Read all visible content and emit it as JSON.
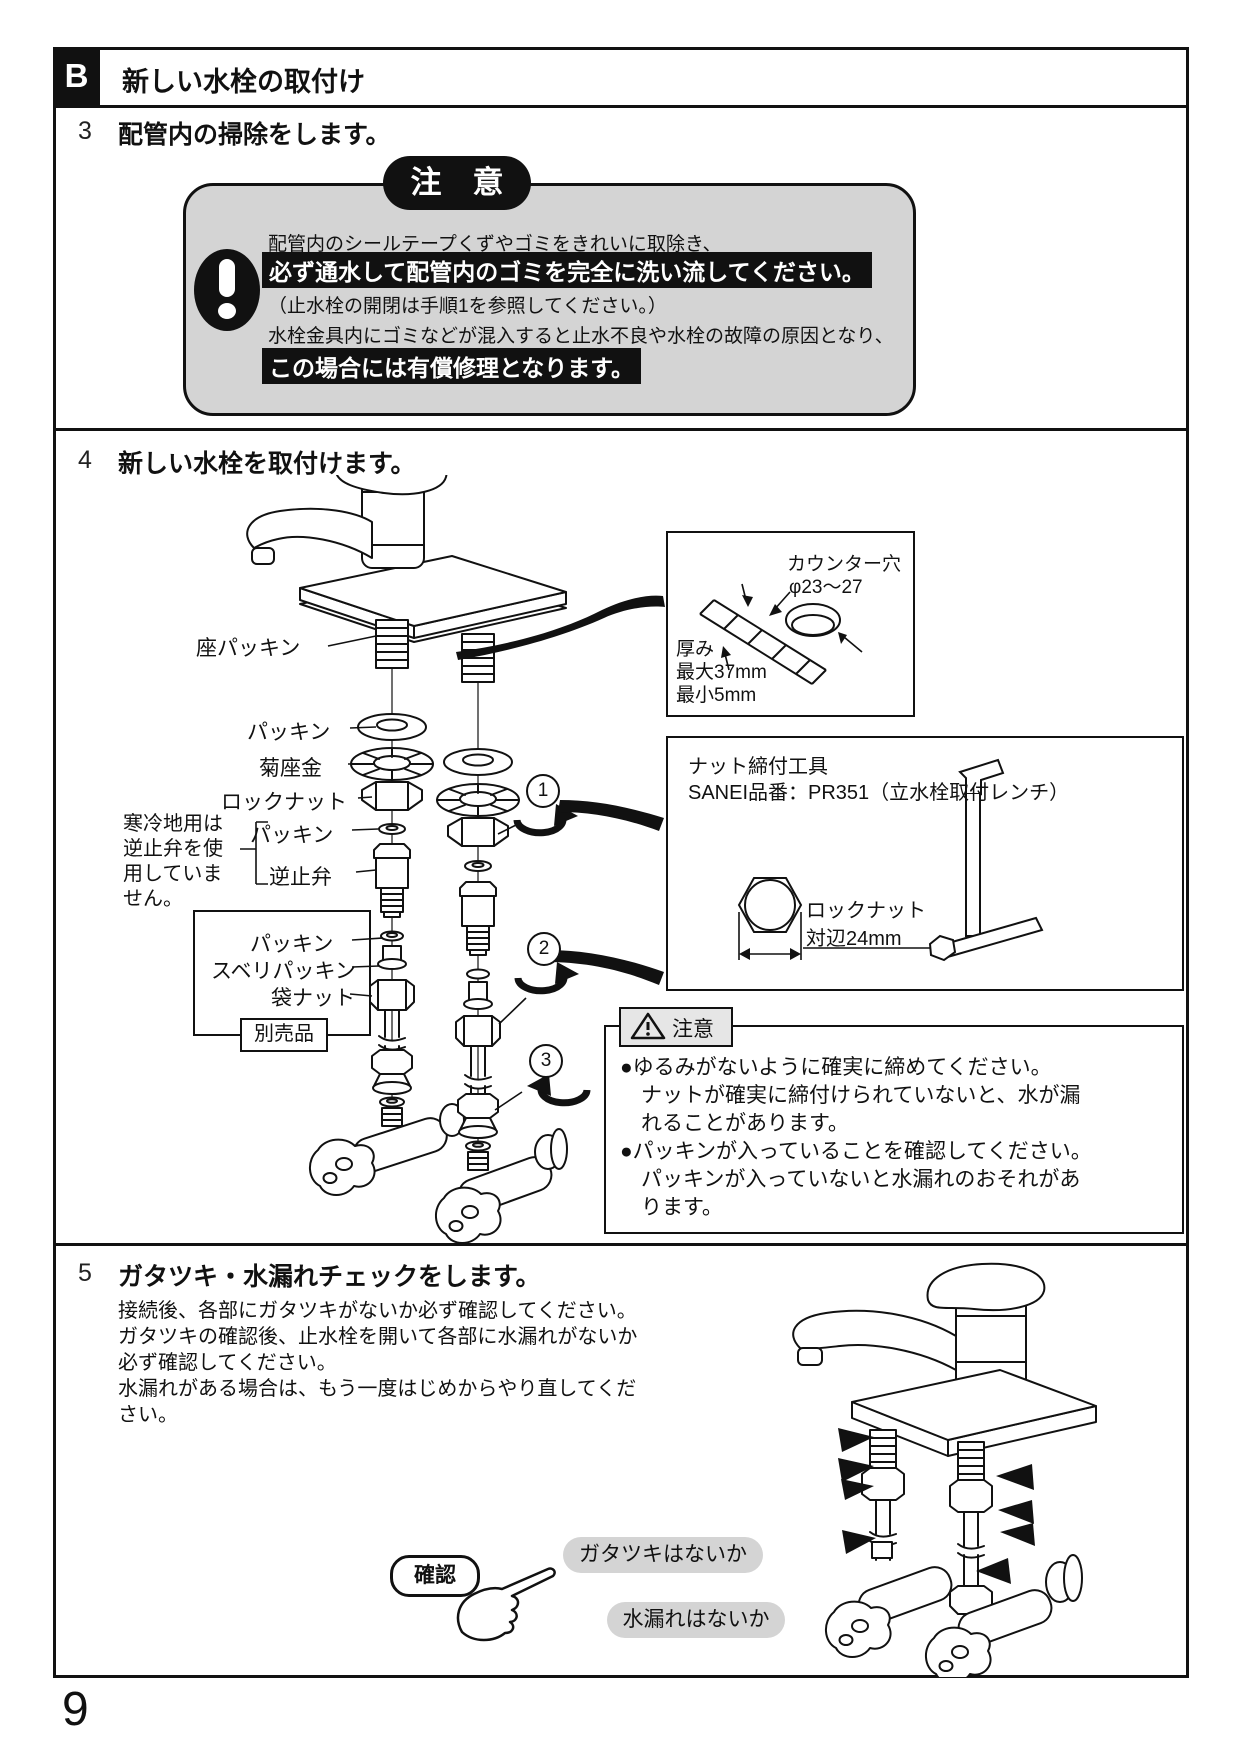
{
  "page": {
    "number": "9"
  },
  "header": {
    "tag": "B",
    "title": "新しい水栓の取付け"
  },
  "step3": {
    "number": "3",
    "title": "配管内の掃除をします。",
    "caution_badge": "注　意",
    "line1": "配管内のシールテープくずやゴミをきれいに取除き、",
    "line2_highlight": "必ず通水して配管内のゴミを完全に洗い流してください。",
    "line3": "（止水栓の開閉は手順1を参照してください。）",
    "line4": "水栓金具内にゴミなどが混入すると止水不良や水栓の故障の原因となり、",
    "line5_highlight": "この場合には有償修理となります。"
  },
  "step4": {
    "number": "4",
    "title": "新しい水栓を取付けます。",
    "labels": {
      "seat_packing": "座パッキン",
      "packing_a": "パッキン",
      "star_washer": "菊座金",
      "lock_nut": "ロックナット",
      "packing_b": "パッキン",
      "check_valve": "逆止弁",
      "cold_note": [
        "寒冷地用は",
        "逆止弁を使",
        "用していま",
        "せん。"
      ],
      "packing_c": "パッキン",
      "slide_packing": "スベリパッキン",
      "cap_nut": "袋ナット",
      "sold_separately": "別売品",
      "step_marks": [
        "1",
        "2",
        "3"
      ]
    },
    "counter_box": {
      "hole_line1": "カウンター穴",
      "hole_line2": "φ23～27",
      "thickness": "厚み",
      "max": "最大37mm",
      "min": "最小5mm"
    },
    "tool_box": {
      "title": "ナット締付工具",
      "model": "SANEI品番：PR351（立水栓取付レンチ）",
      "locknut": "ロックナット",
      "across_flats": "対辺24mm"
    },
    "caution": {
      "label": "注意",
      "lines": [
        "●ゆるみがないように確実に締めてください。",
        "　ナットが確実に締付けられていないと、水が漏",
        "　れることがあります。",
        "●パッキンが入っていることを確認してください。",
        "　パッキンが入っていないと水漏れのおそれがあ",
        "　ります。"
      ]
    }
  },
  "step5": {
    "number": "5",
    "title": "ガタツキ・水漏れチェックをします。",
    "body_lines": [
      "接続後、各部にガタツキがないか必ず確認してください。",
      "ガタツキの確認後、止水栓を開いて各部に水漏れがないか",
      "必ず確認してください。",
      "水漏れがある場合は、もう一度はじめからやり直してくだ",
      "さい。"
    ],
    "check_label": "確認",
    "bubble_rattle": "ガタツキはないか",
    "bubble_leak": "水漏れはないか"
  },
  "colors": {
    "ink": "#111111",
    "gray_panel": "#d4d4d4"
  }
}
